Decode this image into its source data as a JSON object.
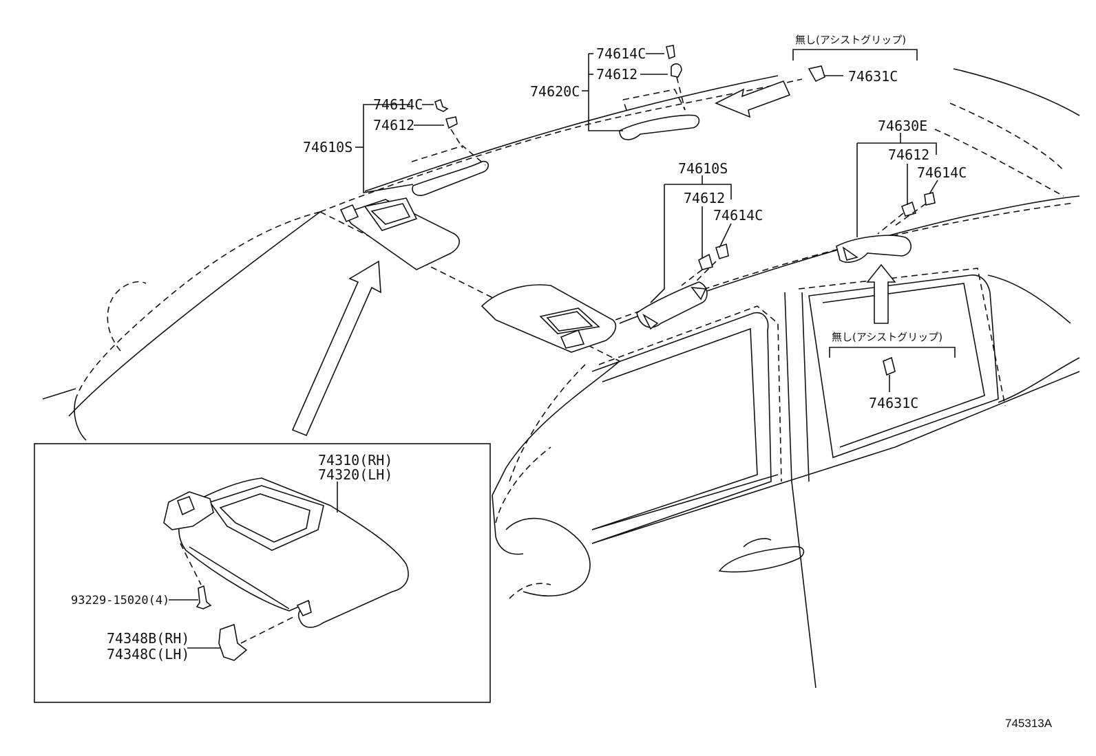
{
  "diagram": {
    "figure_id": "745313A",
    "labels": {
      "pn_74614C_a": "74614C",
      "pn_74612_a": "74612",
      "pn_74610S_a": "74610S",
      "pn_74614C_b": "74614C",
      "pn_74612_b": "74612",
      "pn_74620C": "74620C",
      "note_no_grip_top": "無し(アシストグリップ)",
      "pn_74631C_top": "74631C",
      "pn_74610S_b": "74610S",
      "pn_74612_c": "74612",
      "pn_74614C_c": "74614C",
      "pn_74630E": "74630E",
      "pn_74612_d": "74612",
      "pn_74614C_d": "74614C",
      "note_no_grip_bottom": "無し(アシストグリップ)",
      "pn_74631C_bottom": "74631C",
      "pn_74310_rh": "74310(RH)",
      "pn_74320_lh": "74320(LH)",
      "pn_93229": "93229-15020(4)",
      "pn_74348B_rh": "74348B(RH)",
      "pn_74348C_lh": "74348C(LH)"
    }
  }
}
